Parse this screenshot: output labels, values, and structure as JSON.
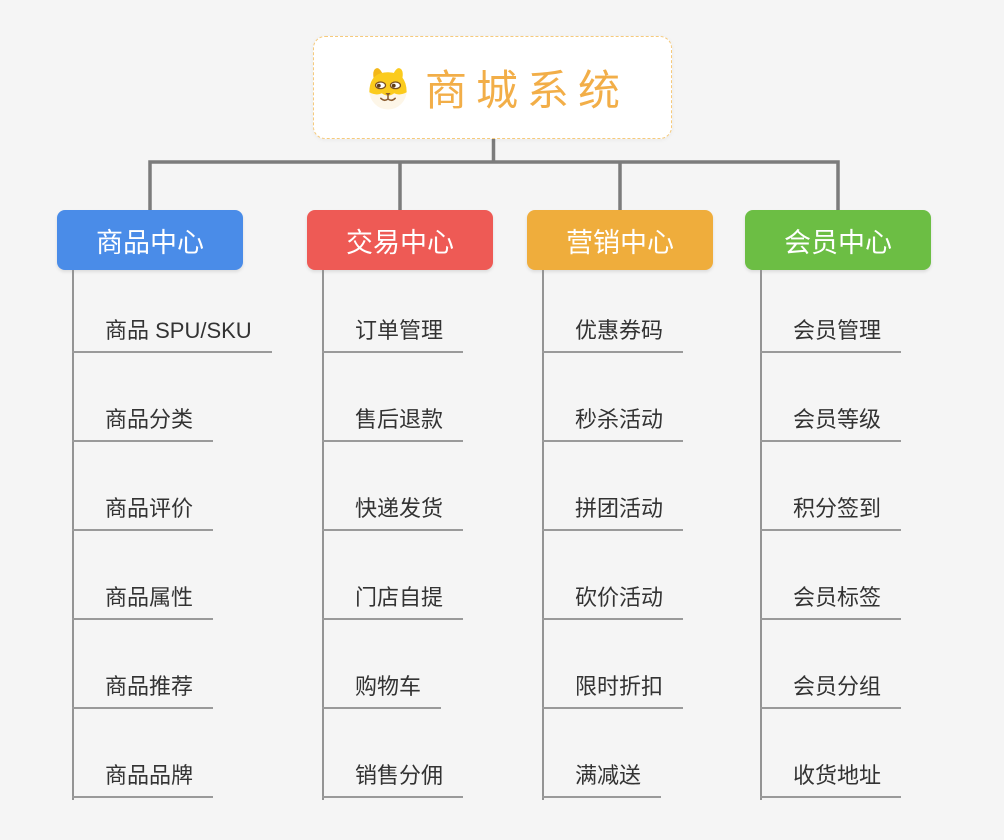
{
  "canvas": {
    "background_color": "#f5f5f5",
    "connector_color": "#7c7c7c",
    "underline_color": "#9a9a9a",
    "subtopic_text_color": "#333333"
  },
  "root": {
    "title": "商城系统",
    "icon": "dog-face",
    "accent_color": "#f2ae48",
    "border_color": "#f6ca7c"
  },
  "branches": [
    {
      "id": "product-center",
      "label": "商品中心",
      "color": "#4a8ce8",
      "children": [
        "商品 SPU/SKU",
        "商品分类",
        "商品评价",
        "商品属性",
        "商品推荐",
        "商品品牌"
      ]
    },
    {
      "id": "trade-center",
      "label": "交易中心",
      "color": "#ee5a55",
      "children": [
        "订单管理",
        "售后退款",
        "快递发货",
        "门店自提",
        "购物车",
        "销售分佣"
      ]
    },
    {
      "id": "marketing-center",
      "label": "营销中心",
      "color": "#efad3c",
      "children": [
        "优惠券码",
        "秒杀活动",
        "拼团活动",
        "砍价活动",
        "限时折扣",
        "满减送"
      ]
    },
    {
      "id": "member-center",
      "label": "会员中心",
      "color": "#6cbe44",
      "children": [
        "会员管理",
        "会员等级",
        "积分签到",
        "会员标签",
        "会员分组",
        "收货地址"
      ]
    }
  ]
}
